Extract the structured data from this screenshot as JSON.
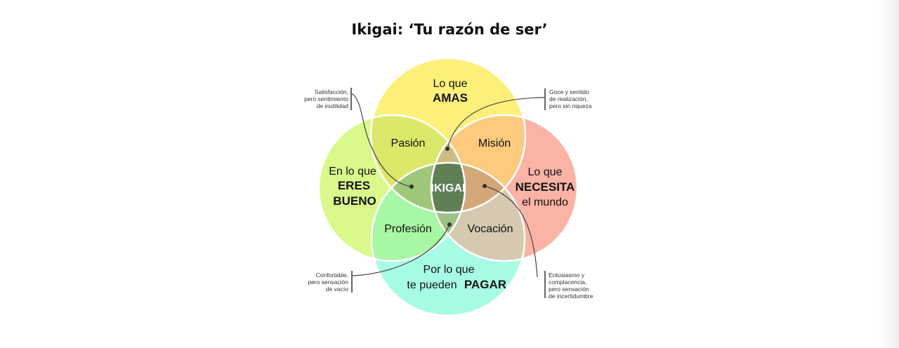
{
  "title": "Ikigai: ‘Tu razón de ser’",
  "circles": {
    "top": {
      "line1": "Lo que",
      "line2": "AMAS",
      "color": "#fdf07a"
    },
    "left": {
      "line1": "En lo que",
      "line2": "ERES",
      "line3": "BUENO",
      "color": "#d9f98c"
    },
    "right": {
      "line1": "Lo que",
      "line2": "NECESITA",
      "line3": "el mundo",
      "color": "#fbb3a5"
    },
    "bottom": {
      "line1": "Por lo que",
      "line2": "te pueden",
      "line3": "PAGAR",
      "color": "#a6fde3"
    }
  },
  "overlaps": {
    "pasion": "Pasión",
    "mision": "Misión",
    "profesion": "Profesión",
    "vocacion": "Vocación",
    "center": "IKIGAI"
  },
  "notes": {
    "top_left": [
      "Satisfacción,",
      "pero sentimiento",
      "de inutilidad"
    ],
    "top_right": [
      "Goce y sentido",
      "de realización,",
      "pero sin riqueza"
    ],
    "bottom_left": [
      "Confortable,",
      "pero sensación",
      "de vacío"
    ],
    "bottom_right": [
      "Entusiasmo y",
      "complacencia,",
      "pero sensación",
      "de incertidumbre"
    ]
  }
}
